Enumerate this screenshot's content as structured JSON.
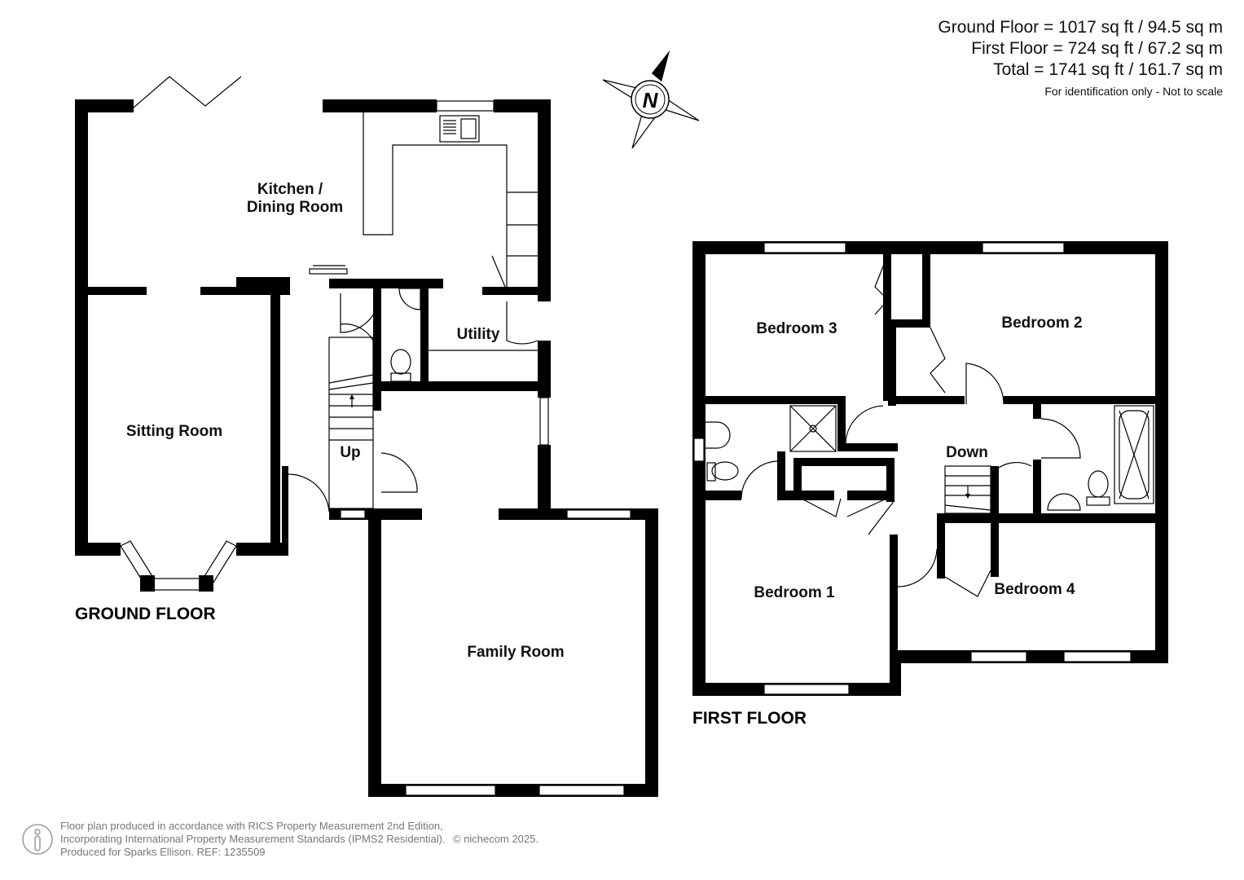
{
  "areas": {
    "ground": "Ground Floor = 1017 sq ft / 94.5 sq m",
    "first": "First Floor = 724 sq ft / 67.2 sq m",
    "total": "Total = 1741 sq ft / 161.7 sq m",
    "note": "For identification only - Not to scale"
  },
  "compass": {
    "label": "N"
  },
  "ground_floor": {
    "title": "GROUND FLOOR",
    "rooms": {
      "kitchen_line1": "Kitchen /",
      "kitchen_line2": "Dining Room",
      "utility": "Utility",
      "sitting": "Sitting Room",
      "family": "Family Room",
      "stairs": "Up"
    }
  },
  "first_floor": {
    "title": "FIRST FLOOR",
    "rooms": {
      "bedroom3": "Bedroom 3",
      "bedroom2": "Bedroom 2",
      "bedroom1": "Bedroom 1",
      "bedroom4": "Bedroom 4",
      "stairs": "Down"
    }
  },
  "footer": {
    "line1": "Floor plan produced in accordance with RICS Property Measurement 2nd Edition,",
    "line2": "Incorporating International Property Measurement Standards (IPMS2 Residential).",
    "line3": "Produced for Sparks Ellison.   REF: 1235509",
    "copyright": "© nichecom 2025."
  }
}
